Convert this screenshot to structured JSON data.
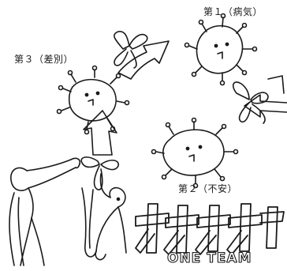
{
  "labels": {
    "stage1": "第１（病気）",
    "stage2": "第２（不安）",
    "stage3": "第３（差別）"
  },
  "bottom_text": {
    "katakana": "オオオオ",
    "team": "ONE TEAM"
  },
  "colors": {
    "ink": "#1a1a1a",
    "background": "#ffffff"
  }
}
